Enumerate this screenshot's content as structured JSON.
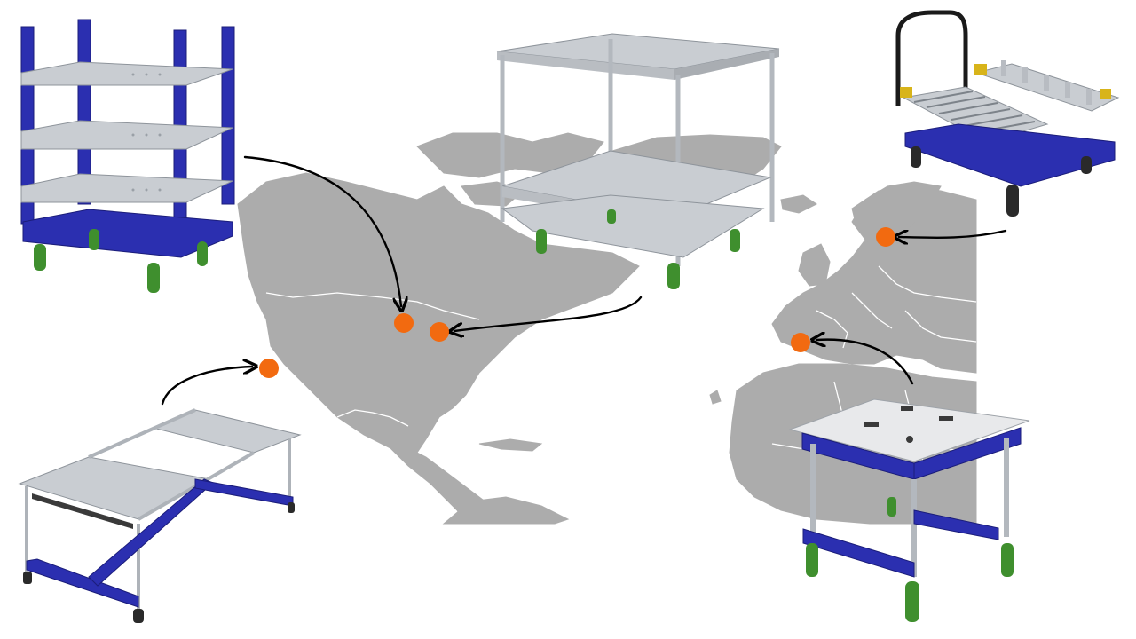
{
  "map": {
    "land_color": "#acacac",
    "border_color": "#ffffff",
    "background": "#ffffff"
  },
  "markers": {
    "color": "#f26a10",
    "points": [
      {
        "id": "midwest-usa"
      },
      {
        "id": "michigan-usa"
      },
      {
        "id": "california-usa"
      },
      {
        "id": "sweden"
      },
      {
        "id": "spain"
      }
    ]
  },
  "products": {
    "frame_blue": "#2b2fb0",
    "steel_grey": "#c9cdd2",
    "wheel_green": "#3f8f2e",
    "items": [
      {
        "id": "blue-shelf-cart-3-tier"
      },
      {
        "id": "steel-2-tier-cart"
      },
      {
        "id": "kit-cart-with-handle"
      },
      {
        "id": "blue-tray-cart"
      },
      {
        "id": "elevated-platform-cart"
      }
    ]
  },
  "arrow_color": "#000000"
}
